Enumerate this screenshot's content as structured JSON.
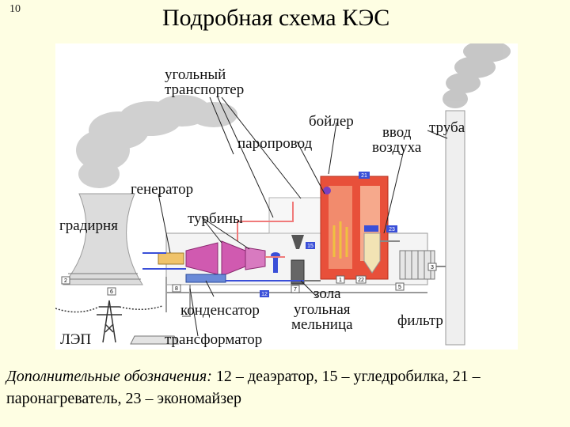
{
  "slide_number": "10",
  "title": "Подробная схема КЭС",
  "labels": {
    "coal_transporter": "угольный\nтранспортер",
    "boiler": "бойлер",
    "steam_pipe": "паропровод",
    "air_inlet": "ввод\nвоздуха",
    "chimney": "труба",
    "generator": "генератор",
    "cooling_tower": "градирня",
    "turbines": "турбины",
    "ash": "зола",
    "coal_mill": "угольная\nмельница",
    "condenser": "конденсатор",
    "filter": "фильтр",
    "power_line": "ЛЭП",
    "transformer": "трансформатор"
  },
  "markers": [
    "21",
    "23",
    "15",
    "12",
    "3",
    "6",
    "7",
    "8",
    "2",
    "5",
    "22",
    "1"
  ],
  "footer": {
    "prefix": "Дополнительные обозначения:",
    "text": " 12 – деаэратор, 15 – угледробилка, 21 – паронагреватель, 23 – экономайзер"
  },
  "colors": {
    "background": "#fefee3",
    "panel": "#ffffff",
    "boiler": "#e8503a",
    "steam": "#f07a7a",
    "water": "#3a4fd8",
    "pipe": "#8a8a8a"
  }
}
